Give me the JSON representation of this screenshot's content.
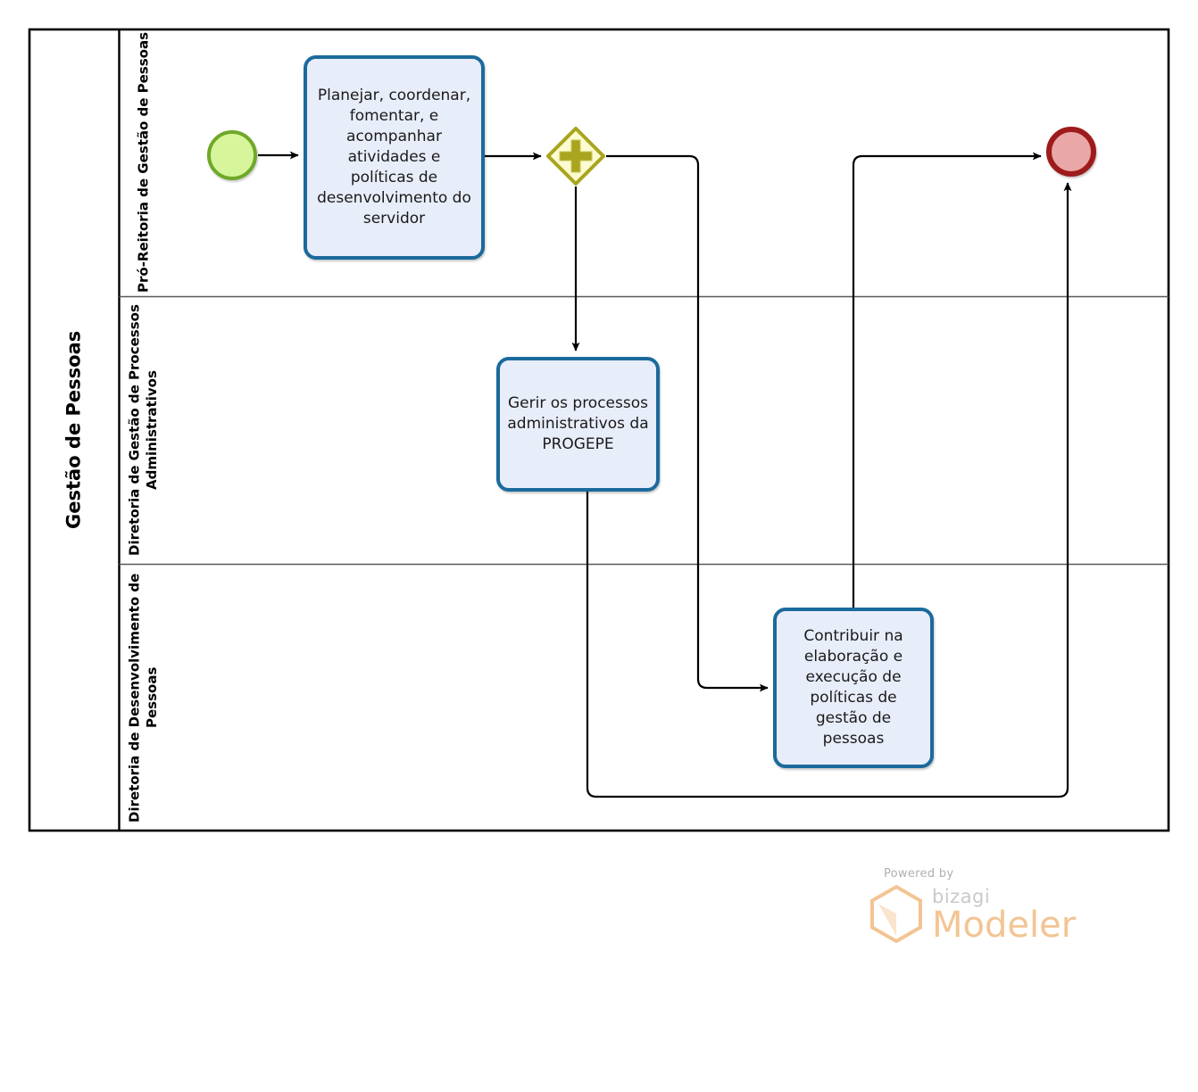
{
  "diagram": {
    "type": "bpmn-process",
    "pool": {
      "name": "Gestão de Pessoas",
      "lanes": [
        {
          "id": "lane-pro-reitoria",
          "label": "Pró-Reitoria de Gestão de Pessoas"
        },
        {
          "id": "lane-diretoria-processos",
          "label": "Diretoria de Gestão de Processos Administrativos"
        },
        {
          "id": "lane-diretoria-desenvolvimento",
          "label": "Diretoria de Desenvolvimento de Pessoas"
        }
      ]
    },
    "events": [
      {
        "id": "start-event",
        "kind": "start",
        "label": "",
        "lane": 0,
        "fill": "#d7f59b",
        "stroke": "#6fa828"
      },
      {
        "id": "end-event",
        "kind": "end",
        "label": "",
        "lane": 0,
        "fill": "#eaa7a7",
        "stroke": "#9e1b1b"
      }
    ],
    "gateways": [
      {
        "id": "gateway-parallel",
        "kind": "parallel",
        "marker": "plus",
        "label": "",
        "lane": 0,
        "fill": "#fdfbd0",
        "stroke": "#a9a51f"
      }
    ],
    "tasks": [
      {
        "id": "task-planejar",
        "lane": 0,
        "label": "Planejar, coordenar, fomentar, e acompanhar atividades e políticas de desenvolvimento do servidor"
      },
      {
        "id": "task-gerir",
        "lane": 1,
        "label": "Gerir os processos administrativos da PROGEPE"
      },
      {
        "id": "task-contribuir",
        "lane": 2,
        "label": "Contribuir na elaboração e execução de políticas de gestão de pessoas"
      }
    ],
    "flows": [
      {
        "id": "flow-start-to-planejar",
        "from": "start-event",
        "to": "task-planejar"
      },
      {
        "id": "flow-planejar-to-gateway",
        "from": "task-planejar",
        "to": "gateway-parallel"
      },
      {
        "id": "flow-gateway-to-gerir",
        "from": "gateway-parallel",
        "to": "task-gerir"
      },
      {
        "id": "flow-gateway-to-contribuir",
        "from": "gateway-parallel",
        "to": "task-contribuir"
      },
      {
        "id": "flow-contribuir-to-end",
        "from": "task-contribuir",
        "to": "end-event"
      },
      {
        "id": "flow-gerir-to-end",
        "from": "task-gerir",
        "to": "end-event"
      }
    ],
    "colors": {
      "task_fill": "#e8edfa",
      "task_stroke": "#1b6a9c",
      "pool_stroke": "#000000",
      "lane_stroke": "#595959",
      "flow_stroke": "#000000"
    }
  },
  "watermark": {
    "powered_by": "Powered by",
    "brand": "bizagi",
    "product": "Modeler",
    "logo_icon": "bizagi-hexagon-logo",
    "brand_color": "#f3c493"
  }
}
